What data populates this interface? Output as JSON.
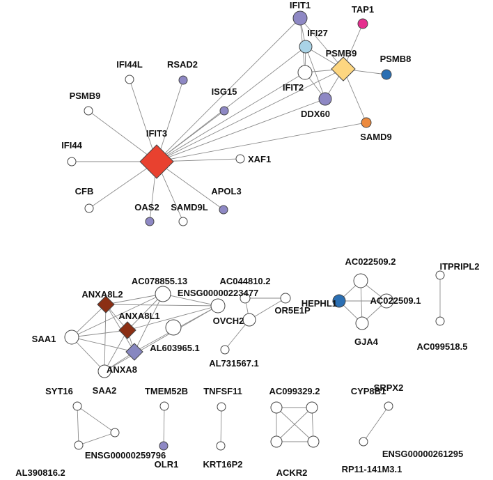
{
  "colors": {
    "default": "#ffffff",
    "purple": "#8e88c4",
    "lightblue": "#a9d3e6",
    "yellow": "#fdd680",
    "magenta": "#e52e8e",
    "blue": "#2b6fb3",
    "orange": "#ec8a3e",
    "red": "#e8412f",
    "brown": "#8b2f14",
    "lavender": "#8787c0"
  },
  "nodes": [
    {
      "id": "IFIT3",
      "label": "IFIT3",
      "shape": "diamond",
      "color": "red"
    },
    {
      "id": "IFIT1",
      "label": "IFIT1",
      "shape": "circle",
      "color": "purple"
    },
    {
      "id": "TAP1",
      "label": "TAP1",
      "shape": "circle",
      "color": "magenta"
    },
    {
      "id": "IFI27",
      "label": "IFI27",
      "shape": "circle",
      "color": "lightblue"
    },
    {
      "id": "PSMB9a",
      "label": "PSMB9",
      "shape": "diamond",
      "color": "yellow"
    },
    {
      "id": "PSMB8",
      "label": "PSMB8",
      "shape": "circle",
      "color": "blue"
    },
    {
      "id": "IFIT2",
      "label": "IFIT2",
      "shape": "circle",
      "color": "default"
    },
    {
      "id": "DDX60",
      "label": "DDX60",
      "shape": "circle",
      "color": "purple"
    },
    {
      "id": "SAMD9",
      "label": "SAMD9",
      "shape": "circle",
      "color": "orange"
    },
    {
      "id": "ISG15",
      "label": "ISG15",
      "shape": "circle",
      "color": "purple"
    },
    {
      "id": "RSAD2",
      "label": "RSAD2",
      "shape": "circle",
      "color": "purple"
    },
    {
      "id": "IFI44L",
      "label": "IFI44L",
      "shape": "circle",
      "color": "default"
    },
    {
      "id": "PSMB9b",
      "label": "PSMB9",
      "shape": "circle",
      "color": "default"
    },
    {
      "id": "IFI44",
      "label": "IFI44",
      "shape": "circle",
      "color": "default"
    },
    {
      "id": "CFB",
      "label": "CFB",
      "shape": "circle",
      "color": "default"
    },
    {
      "id": "OAS2",
      "label": "OAS2",
      "shape": "circle",
      "color": "purple"
    },
    {
      "id": "SAMD9L",
      "label": "SAMD9L",
      "shape": "circle",
      "color": "default"
    },
    {
      "id": "APOL3",
      "label": "APOL3",
      "shape": "circle",
      "color": "purple"
    },
    {
      "id": "XAF1",
      "label": "XAF1",
      "shape": "circle",
      "color": "default"
    },
    {
      "id": "AC078855",
      "label": "AC078855.13",
      "shape": "circle",
      "color": "default"
    },
    {
      "id": "ENSG223477",
      "label": "ENSG00000223477",
      "shape": "circle",
      "color": "default"
    },
    {
      "id": "ANXA8L2",
      "label": "ANXA8L2",
      "shape": "diamond",
      "color": "brown"
    },
    {
      "id": "ANXA8L1",
      "label": "ANXA8L1",
      "shape": "diamond",
      "color": "brown"
    },
    {
      "id": "SAA1",
      "label": "SAA1",
      "shape": "circle",
      "color": "default"
    },
    {
      "id": "AL603965",
      "label": "AL603965.1",
      "shape": "diamond",
      "color": "lavender"
    },
    {
      "id": "ANXA8",
      "label": "ANXA8",
      "shape": "circle",
      "color": "default"
    },
    {
      "id": "SAA2",
      "label": "SAA2",
      "shape": "circle",
      "color": "default"
    },
    {
      "id": "AC044810",
      "label": "AC044810.2",
      "shape": "circle",
      "color": "default"
    },
    {
      "id": "OR5E1P",
      "label": "OR5E1P",
      "shape": "circle",
      "color": "default"
    },
    {
      "id": "OVCH2",
      "label": "OVCH2",
      "shape": "circle",
      "color": "default"
    },
    {
      "id": "AL731567",
      "label": "AL731567.1",
      "shape": "circle",
      "color": "default"
    },
    {
      "id": "AC022509_2",
      "label": "AC022509.2",
      "shape": "circle",
      "color": "default"
    },
    {
      "id": "HEPHL1",
      "label": "HEPHL1",
      "shape": "circle",
      "color": "blue"
    },
    {
      "id": "AC022509_1",
      "label": "AC022509.1",
      "shape": "circle",
      "color": "default"
    },
    {
      "id": "GJA4",
      "label": "GJA4",
      "shape": "circle",
      "color": "default"
    },
    {
      "id": "ITPRIPL2",
      "label": "ITPRIPL2",
      "shape": "circle",
      "color": "default"
    },
    {
      "id": "AC099518",
      "label": "AC099518.5",
      "shape": "circle",
      "color": "default"
    },
    {
      "id": "SYT16",
      "label": "SYT16",
      "shape": "circle",
      "color": "default"
    },
    {
      "id": "ENSG259796",
      "label": "ENSG00000259796",
      "shape": "circle",
      "color": "default"
    },
    {
      "id": "AL390816",
      "label": "AL390816.2",
      "shape": "circle",
      "color": "default"
    },
    {
      "id": "TMEM52B",
      "label": "TMEM52B",
      "shape": "circle",
      "color": "default"
    },
    {
      "id": "OLR1",
      "label": "OLR1",
      "shape": "circle",
      "color": "purple"
    },
    {
      "id": "TNFSF11",
      "label": "TNFSF11",
      "shape": "circle",
      "color": "default"
    },
    {
      "id": "KRT16P2",
      "label": "KRT16P2",
      "shape": "circle",
      "color": "default"
    },
    {
      "id": "AC099329",
      "label": "AC099329.2",
      "shape": "circle",
      "color": "default"
    },
    {
      "id": "CYP8B1",
      "label": "CYP8B1",
      "shape": "circle",
      "color": "default"
    },
    {
      "id": "ACKR2",
      "label": "ACKR2",
      "shape": "circle",
      "color": "default"
    },
    {
      "id": "RP11141M3",
      "label": "RP11-141M3.1",
      "shape": "circle",
      "color": "default"
    },
    {
      "id": "SRPX2",
      "label": "SRPX2",
      "shape": "circle",
      "color": "default"
    },
    {
      "id": "ENSG261295",
      "label": "ENSG00000261295",
      "shape": "circle",
      "color": "default"
    }
  ],
  "edges": [
    [
      "IFIT3",
      "IFIT1"
    ],
    [
      "IFIT3",
      "IFI27"
    ],
    [
      "IFIT3",
      "PSMB9a"
    ],
    [
      "IFIT3",
      "IFIT2"
    ],
    [
      "IFIT3",
      "DDX60"
    ],
    [
      "IFIT3",
      "SAMD9"
    ],
    [
      "IFIT3",
      "ISG15"
    ],
    [
      "IFIT3",
      "RSAD2"
    ],
    [
      "IFIT3",
      "IFI44L"
    ],
    [
      "IFIT3",
      "PSMB9b"
    ],
    [
      "IFIT3",
      "IFI44"
    ],
    [
      "IFIT3",
      "CFB"
    ],
    [
      "IFIT3",
      "OAS2"
    ],
    [
      "IFIT3",
      "SAMD9L"
    ],
    [
      "IFIT3",
      "APOL3"
    ],
    [
      "IFIT3",
      "XAF1"
    ],
    [
      "IFIT1",
      "IFI27"
    ],
    [
      "IFIT1",
      "PSMB9a"
    ],
    [
      "IFIT1",
      "IFIT2"
    ],
    [
      "IFI27",
      "PSMB9a"
    ],
    [
      "IFI27",
      "IFIT2"
    ],
    [
      "IFI27",
      "DDX60"
    ],
    [
      "PSMB9a",
      "TAP1"
    ],
    [
      "PSMB9a",
      "PSMB8"
    ],
    [
      "PSMB9a",
      "IFIT2"
    ],
    [
      "PSMB9a",
      "DDX60"
    ],
    [
      "PSMB9a",
      "SAMD9"
    ],
    [
      "IFIT2",
      "DDX60"
    ],
    [
      "AC078855",
      "ANXA8L2"
    ],
    [
      "AC078855",
      "ANXA8L1"
    ],
    [
      "AC078855",
      "ENSG223477"
    ],
    [
      "AC078855",
      "SAA1"
    ],
    [
      "AC078855",
      "AL603965"
    ],
    [
      "ENSG223477",
      "ANXA8L2"
    ],
    [
      "ENSG223477",
      "ANXA8L1"
    ],
    [
      "ENSG223477",
      "AL603965"
    ],
    [
      "ENSG223477",
      "SAA2"
    ],
    [
      "ANXA8L2",
      "ANXA8L1"
    ],
    [
      "ANXA8L2",
      "SAA1"
    ],
    [
      "ANXA8L2",
      "SAA2"
    ],
    [
      "ANXA8L2",
      "AL603965"
    ],
    [
      "ANXA8L1",
      "SAA1"
    ],
    [
      "ANXA8L1",
      "AL603965"
    ],
    [
      "ANXA8L1",
      "SAA2"
    ],
    [
      "SAA1",
      "AL603965"
    ],
    [
      "SAA1",
      "SAA2"
    ],
    [
      "AL603965",
      "SAA2"
    ],
    [
      "AC044810",
      "OR5E1P"
    ],
    [
      "AC044810",
      "OVCH2"
    ],
    [
      "OR5E1P",
      "OVCH2"
    ],
    [
      "OVCH2",
      "AL731567"
    ],
    [
      "AC022509_2",
      "HEPHL1"
    ],
    [
      "AC022509_2",
      "AC022509_1"
    ],
    [
      "AC022509_2",
      "GJA4"
    ],
    [
      "HEPHL1",
      "AC022509_1"
    ],
    [
      "HEPHL1",
      "GJA4"
    ],
    [
      "AC022509_1",
      "GJA4"
    ],
    [
      "ITPRIPL2",
      "AC099518"
    ],
    [
      "SYT16",
      "ENSG259796"
    ],
    [
      "SYT16",
      "AL390816"
    ],
    [
      "ENSG259796",
      "AL390816"
    ],
    [
      "TMEM52B",
      "OLR1"
    ],
    [
      "TNFSF11",
      "KRT16P2"
    ],
    [
      "AC099329",
      "CYP8B1"
    ],
    [
      "AC099329",
      "ACKR2"
    ],
    [
      "AC099329",
      "RP11141M3"
    ],
    [
      "CYP8B1",
      "ACKR2"
    ],
    [
      "CYP8B1",
      "RP11141M3"
    ],
    [
      "ACKR2",
      "RP11141M3"
    ],
    [
      "SRPX2",
      "ENSG261295"
    ]
  ]
}
